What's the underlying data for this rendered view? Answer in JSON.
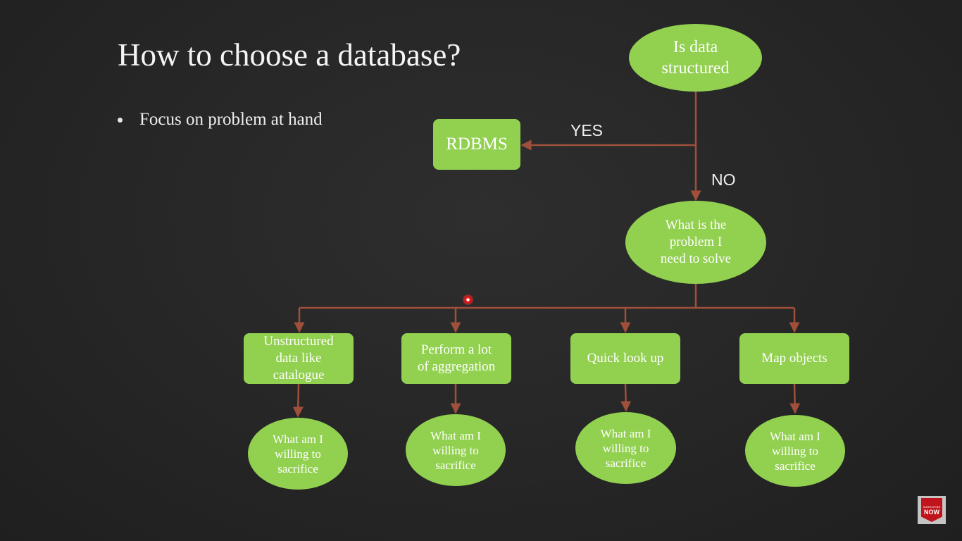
{
  "slide": {
    "title": "How to choose a database?",
    "bullets": [
      "Focus on problem at hand"
    ]
  },
  "flowchart": {
    "root": "Is data\nstructured",
    "yes_label": "YES",
    "yes_target": "RDBMS",
    "no_label": "NO",
    "question": "What is the\nproblem I\nneed to solve",
    "options": [
      "Unstructured\ndata like\ncatalogue",
      "Perform a lot\nof aggregation",
      "Quick look up",
      "Map objects"
    ],
    "tradeoffs": [
      "What am I\nwilling to\nsacrifice",
      "What am I\nwilling to\nsacrifice",
      "What am I\nwilling to\nsacrifice",
      "What am I\nwilling to\nsacrifice"
    ]
  },
  "badge": {
    "line1": "SUBSCRIBE",
    "line2": "NOW"
  },
  "colors": {
    "node_fill": "#92d050",
    "connector": "#a0503a",
    "background": "#272727",
    "text": "#ffffff"
  }
}
